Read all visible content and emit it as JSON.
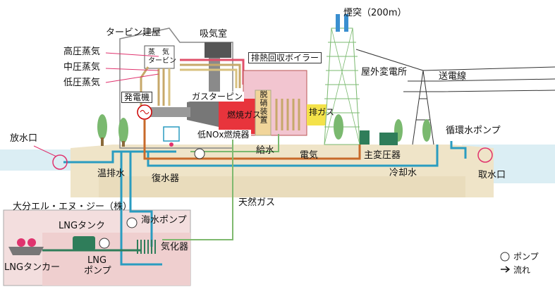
{
  "labels": {
    "chimney": "煙突（200m）",
    "turbine_building": "タービン建屋",
    "air_intake_room": "吸気室",
    "steam_turbine_1": "蒸　気",
    "steam_turbine_2": "タービン",
    "exhaust_heat_boiler": "排熱回収ボイラー",
    "high_pressure_steam": "高圧蒸気",
    "medium_pressure_steam": "中圧蒸気",
    "low_pressure_steam": "低圧蒸気",
    "generator": "発電機",
    "gas_turbine": "ガスターピン",
    "combustion_gas": "燃焼ガス",
    "denitration_device": "脱硝装置",
    "low_nox_combustor": "低NOx燃焼器",
    "exhaust_gas": "排ガス",
    "outdoor_substation": "屋外変電所",
    "transmission_line": "送電線",
    "discharge_outlet": "放水口",
    "feed_water": "給水",
    "electricity": "電気",
    "main_transformer": "主変圧器",
    "circulating_water_pump": "循環水ポンプ",
    "warm_discharge_water": "温排水",
    "condenser": "復水器",
    "cooling_water": "冷却水",
    "intake_port": "取水口",
    "natural_gas": "天然ガス",
    "company_name": "大分エル・エヌ・ジー（株）",
    "seawater_pump": "海水ポンプ",
    "lng_tank": "LNGタンク",
    "vaporizer": "気化器",
    "lng_pump_1": "LNG",
    "lng_pump_2": "ポンプ",
    "lng_tanker": "LNGタンカー"
  },
  "legend": {
    "pump": "ポンプ",
    "flow": "流れ"
  },
  "colors": {
    "sky_water": "#dbeef4",
    "ground": "#efe4c8",
    "lng_area": "#f3dede",
    "hp_steam": "#e0506a",
    "mp_steam": "#c7a86a",
    "lp_steam": "#d8c17f",
    "cooling_water": "#2a9cc0",
    "electric": "#c86a2a",
    "gas": "#7fb96f",
    "exhaust_red": "#e8343c",
    "denox": "#f1d59a",
    "exhaust_out": "#f4e24a",
    "structure_gray": "#9a9a9a",
    "chimney_green": "#7ab96f",
    "transformer_green": "#2f7d5a",
    "magenta": "#e0336e"
  }
}
